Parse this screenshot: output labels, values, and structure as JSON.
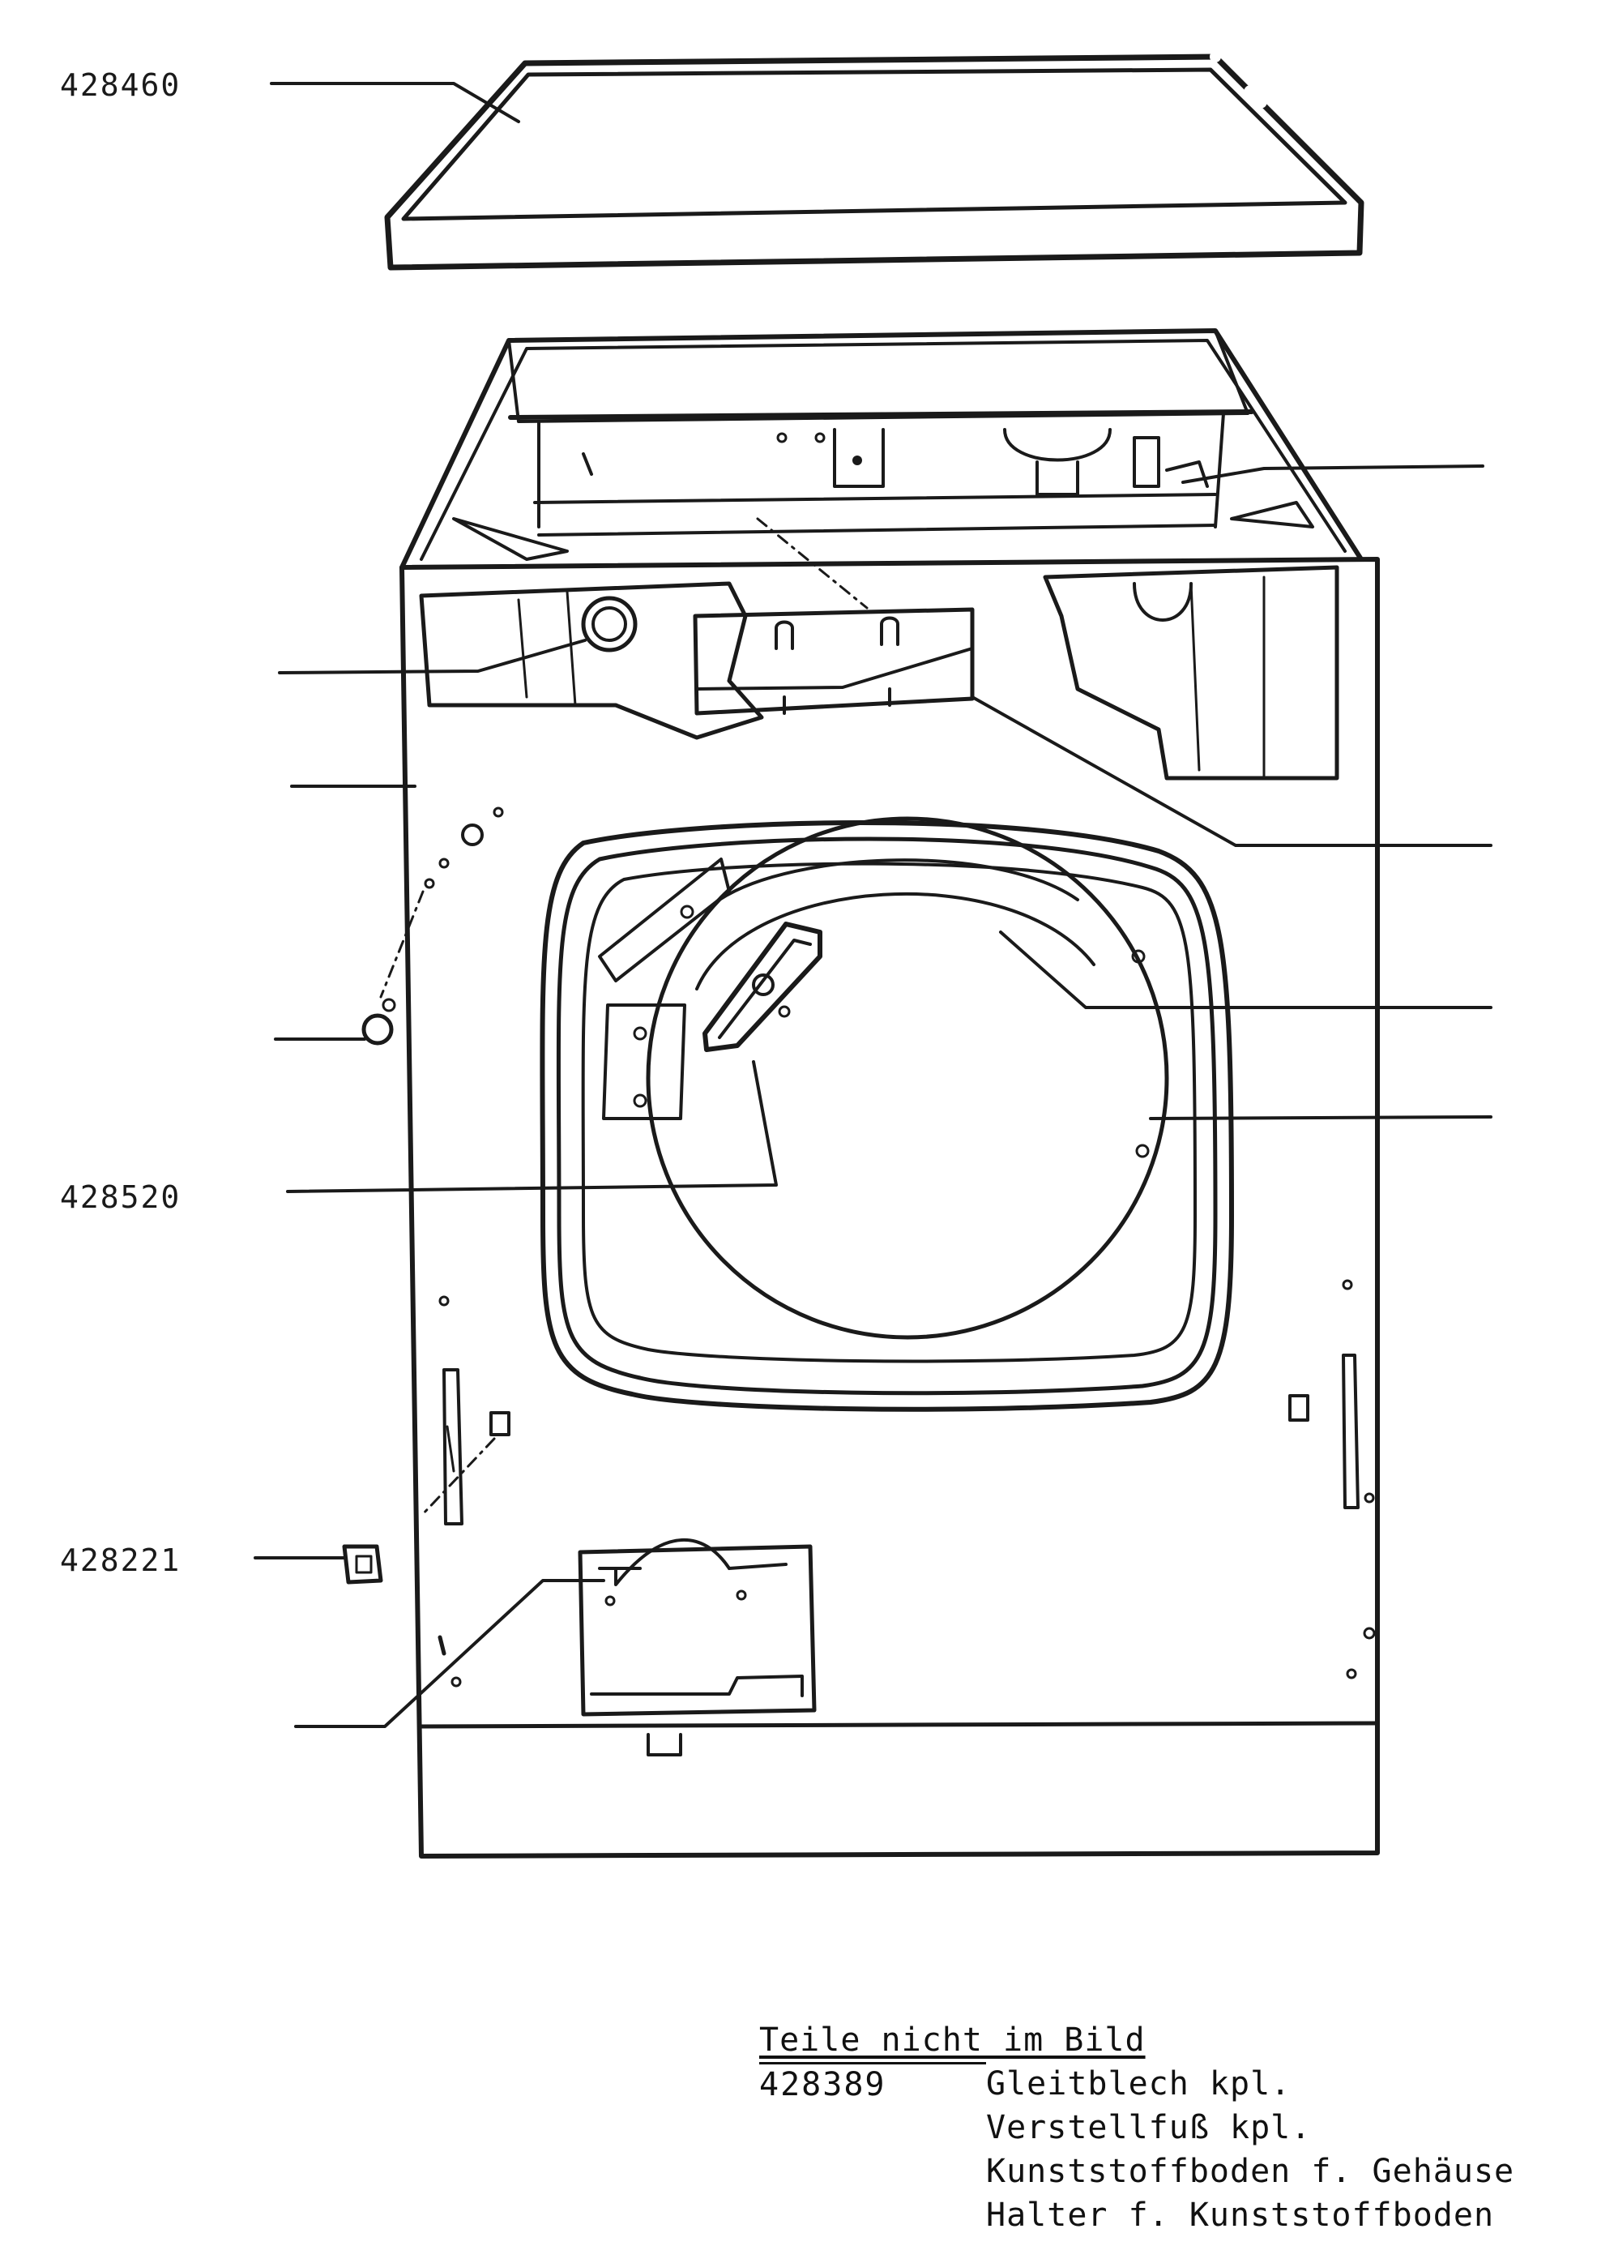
{
  "part_labels": {
    "top_cover": "428460",
    "drum_paddle": "428520",
    "small_bracket": "428221"
  },
  "notes": {
    "heading": "Teile nicht im Bild",
    "rows": [
      {
        "part_number": "428389",
        "description": "Gleitblech kpl."
      },
      {
        "part_number": "",
        "description": "Verstellfuß kpl."
      },
      {
        "part_number": "",
        "description": "Kunststoffboden f. Gehäuse"
      },
      {
        "part_number": "",
        "description": "Halter f. Kunststoffboden"
      }
    ]
  },
  "colors": {
    "line": "#1a1a1a",
    "background": "#ffffff"
  }
}
